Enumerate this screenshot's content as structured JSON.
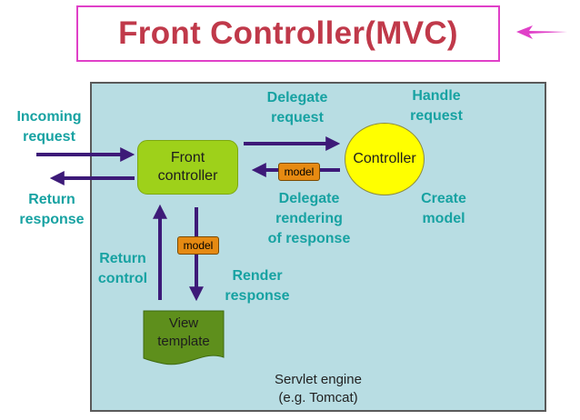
{
  "title": "Front Controller(MVC)",
  "nodes": {
    "front_controller": {
      "line1": "Front",
      "line2": "controller"
    },
    "controller": "Controller",
    "view_template": {
      "line1": "View",
      "line2": "template"
    },
    "model_tag_1": "model",
    "model_tag_2": "model"
  },
  "labels": {
    "incoming_request": {
      "line1": "Incoming",
      "line2": "request"
    },
    "return_response": {
      "line1": "Return",
      "line2": "response"
    },
    "delegate_request": {
      "line1": "Delegate",
      "line2": "request"
    },
    "handle_request": {
      "line1": "Handle",
      "line2": "request"
    },
    "create_model": {
      "line1": "Create",
      "line2": "model"
    },
    "delegate_rendering": {
      "line1": "Delegate",
      "line2": "rendering",
      "line3": "of response"
    },
    "return_control": {
      "line1": "Return",
      "line2": "control"
    },
    "render_response": {
      "line1": "Render",
      "line2": "response"
    }
  },
  "engine": {
    "line1": "Servlet engine",
    "line2": "(e.g. Tomcat)"
  },
  "colors": {
    "title": "#c0394a",
    "title_border": "#e040c8",
    "engine_bg": "#b8dde3",
    "front_controller": "#9ed11a",
    "controller": "#ffff00",
    "model_tag": "#e68a12",
    "view_template": "#5e8f1c",
    "arrow": "#3d1a78",
    "label": "#17a2a2"
  }
}
